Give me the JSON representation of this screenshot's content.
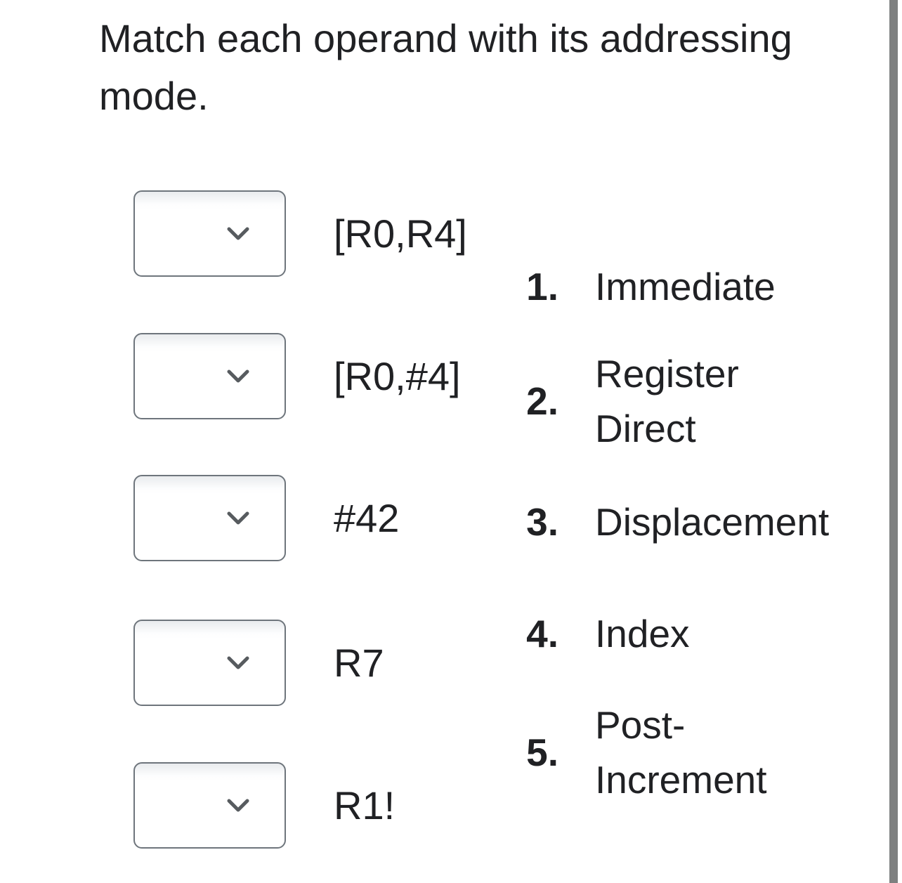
{
  "question": {
    "prompt": "Match each operand with its addressing mode."
  },
  "matching": {
    "operands": [
      {
        "label": "[R0,R4]",
        "select_value": ""
      },
      {
        "label": "[R0,#4]",
        "select_value": ""
      },
      {
        "label": "#42",
        "select_value": ""
      },
      {
        "label": "R7",
        "select_value": ""
      },
      {
        "label": "R1!",
        "select_value": ""
      }
    ],
    "choices": [
      {
        "number": "1.",
        "label": "Immediate"
      },
      {
        "number": "2.",
        "label": "Register Direct"
      },
      {
        "number": "3.",
        "label": "Displacement"
      },
      {
        "number": "4.",
        "label": "Index"
      },
      {
        "number": "5.",
        "label": "Post-Increment"
      }
    ]
  },
  "icons": {
    "select_caret": "chevron-down-icon"
  },
  "colors": {
    "text": "#202124",
    "select_border": "#6e757c",
    "chevron": "#575b5f",
    "scrollbar_thumb": "#7e8080",
    "background": "#ffffff"
  }
}
